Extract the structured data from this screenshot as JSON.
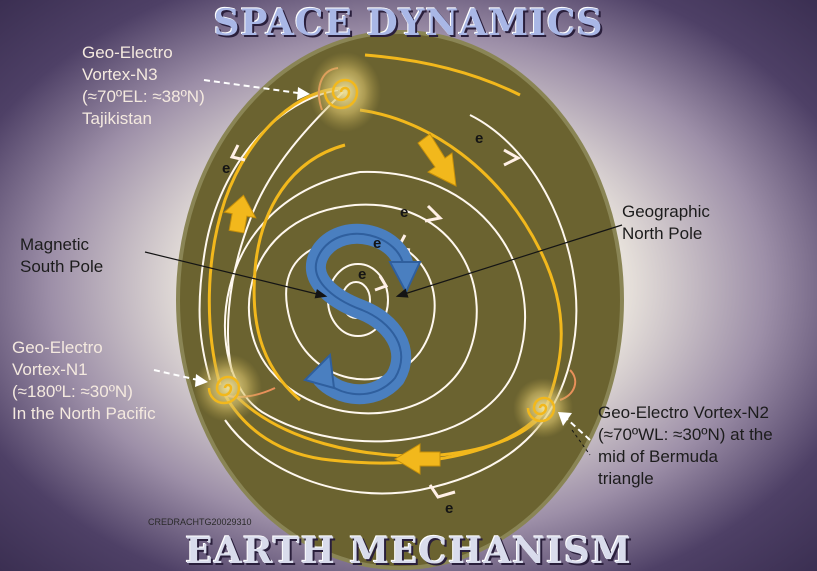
{
  "header": {
    "title": "SPACE   DYNAMICS"
  },
  "footer": {
    "title": "EARTH   MECHANISM",
    "credit": "CREDRACHTG20029310"
  },
  "labels": {
    "n3": {
      "line1": "Geo-Electro",
      "line2": "Vortex-N3",
      "line3": "(≈70ºEL: ≈38ºN)",
      "line4": "Tajikistan"
    },
    "magnetic": {
      "line1": "Magnetic",
      "line2": "South Pole"
    },
    "geographic": {
      "line1": "Geographic",
      "line2": "North Pole"
    },
    "n1": {
      "line1": "Geo-Electro",
      "line2": "Vortex-N1",
      "line3": "(≈180ºL: ≈30ºN)",
      "line4": "In the North Pacific"
    },
    "n2": {
      "line1": "Geo-Electro Vortex-N2",
      "line2": "(≈70ºWL: ≈30ºN) at the",
      "line3": "mid of Bermuda",
      "line4": "triangle"
    }
  },
  "markers": {
    "e": "e"
  },
  "colors": {
    "disc": "#6b6330",
    "gold": "#f2b81c",
    "line": "#fff8ef",
    "arrowBlue": "#4a7fc0",
    "vortex": "#e7d27a"
  }
}
